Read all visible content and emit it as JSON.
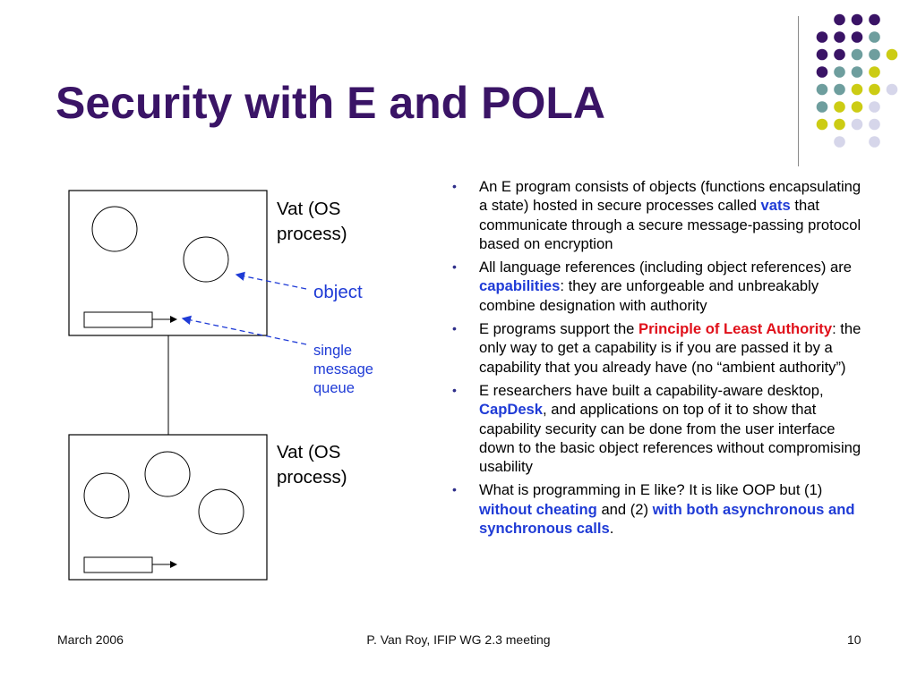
{
  "title": "Security with E and POLA",
  "colors": {
    "title": "#3a1466",
    "highlight_blue": "#1f3bd6",
    "highlight_red": "#e0101a",
    "arrow_label": "#1f3bd6",
    "dot_purple": "#3a1466",
    "dot_teal": "#6e9e9e",
    "dot_yellow": "#cccc14",
    "dot_lavender": "#d6d6ea"
  },
  "diagram": {
    "vat_top_label": [
      "Vat (OS",
      "process)"
    ],
    "vat_bottom_label": [
      "Vat (OS",
      "process)"
    ],
    "object_label": "object",
    "queue_label": [
      "single",
      "message",
      "queue"
    ]
  },
  "bullets": [
    {
      "parts": [
        {
          "text": "An E program consists of objects (functions encapsulating a state) hosted in secure processes called ",
          "style": "normal"
        },
        {
          "text": "vats",
          "style": "blue"
        },
        {
          "text": " that communicate through a secure message-passing protocol based on encryption",
          "style": "normal"
        }
      ]
    },
    {
      "parts": [
        {
          "text": "All language references (including object references) are ",
          "style": "normal"
        },
        {
          "text": "capabilities",
          "style": "blue"
        },
        {
          "text": ": they are unforgeable and unbreakably combine designation with authority",
          "style": "normal"
        }
      ]
    },
    {
      "parts": [
        {
          "text": "E programs support the ",
          "style": "normal"
        },
        {
          "text": "Principle of Least Authority",
          "style": "red"
        },
        {
          "text": ": the only way to get a capability is if you are passed it by a capability that you already have (no “ambient authority”)",
          "style": "normal"
        }
      ]
    },
    {
      "parts": [
        {
          "text": "E researchers have built a capability-aware desktop, ",
          "style": "normal"
        },
        {
          "text": "CapDesk",
          "style": "blue"
        },
        {
          "text": ", and applications on top of it to show that capability security can be done from the user interface down to the basic object references without compromising usability",
          "style": "normal"
        }
      ]
    },
    {
      "parts": [
        {
          "text": "What is programming in E like?  It is like OOP but (1) ",
          "style": "normal"
        },
        {
          "text": "without cheating",
          "style": "blue"
        },
        {
          "text": " and (2) ",
          "style": "normal"
        },
        {
          "text": "with both asynchronous and synchronous calls",
          "style": "blue"
        },
        {
          "text": ".",
          "style": "normal"
        }
      ]
    }
  ],
  "footer": {
    "date": "March 2006",
    "center": "P. Van Roy, IFIP WG 2.3 meeting",
    "page": "10"
  }
}
